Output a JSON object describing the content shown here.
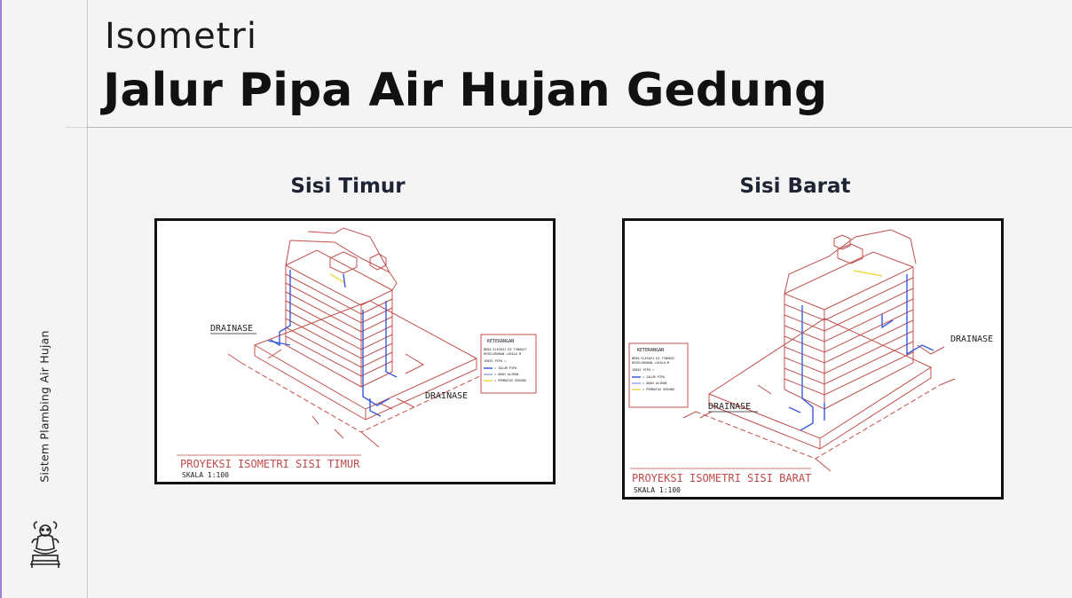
{
  "sidebar": {
    "vertical_label": "Sistem Plambing Air Hujan"
  },
  "header": {
    "subtitle": "Isometri",
    "title": "Jalur Pipa Air Hujan Gedung"
  },
  "panels": [
    {
      "label": "Sisi Timur",
      "drawing": {
        "drain_labels": [
          "DRAINASE",
          "DRAINASE"
        ],
        "projection_title": "PROYEKSI ISOMETRI SISI TIMUR",
        "scale": "SKALA 1:100",
        "legend": {
          "heading": "KETERANGAN",
          "lines": [
            "BEDA ELEVASI DI TINGKAT",
            "KESELURUHAN +SKALA M",
            "JENIS PIPA =",
            "= JALUR PIPA",
            "= ARAH ALIRAN",
            "= PEMBATAS GEDUNG"
          ]
        }
      }
    },
    {
      "label": "Sisi Barat",
      "drawing": {
        "drain_labels": [
          "DRAINASE",
          "DRAINASE"
        ],
        "projection_title": "PROYEKSI ISOMETRI SISI BARAT",
        "scale": "SKALA 1:100",
        "legend": {
          "heading": "KETERANGAN",
          "lines": [
            "BEDA ELEVASI DI TINGKAT",
            "KESELURUHAN +SKALA M",
            "JENIS PIPA =",
            "= JALUR PIPA",
            "= ARAH ALIRAN",
            "= PEMBATAS GEDUNG"
          ]
        }
      }
    }
  ],
  "colors": {
    "building_lines": "#c0504d",
    "pipe_lines": "#3a5bd9",
    "accent": "#9b7fd4",
    "boundary": "#e8d84a"
  }
}
